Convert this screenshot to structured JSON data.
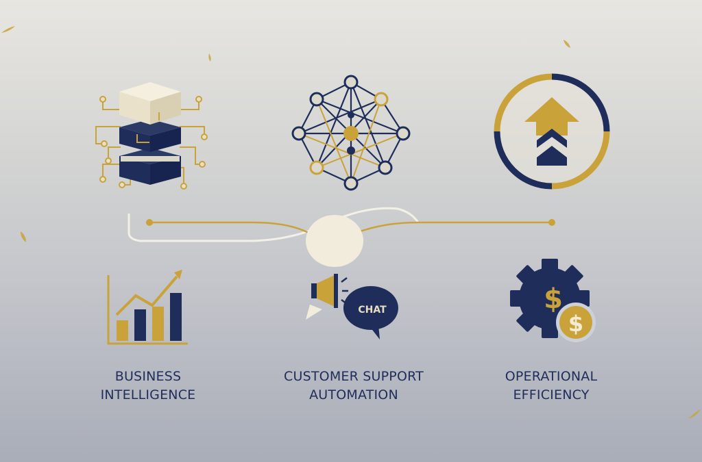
{
  "colors": {
    "navy": "#1f2d5a",
    "gold": "#c9a23a",
    "cream": "#efe9d6"
  },
  "icons": [
    "layered-blocks-circuit-icon",
    "network-nodes-icon",
    "growth-arrow-ring-icon",
    "bar-chart-trend-icon",
    "chat-megaphone-icon",
    "gear-dollar-icon"
  ],
  "chat_bubble_text": "CHAT",
  "labels": {
    "business_intelligence": {
      "line1": "BUSINESS",
      "line2": "INTELLIGENCE"
    },
    "customer_support_automation": {
      "line1": "CUSTOMER SUPPORT",
      "line2": "AUTOMATION"
    },
    "operational_efficiency": {
      "line1": "OPERATIONAL",
      "line2": "EFFICIENCY"
    }
  }
}
